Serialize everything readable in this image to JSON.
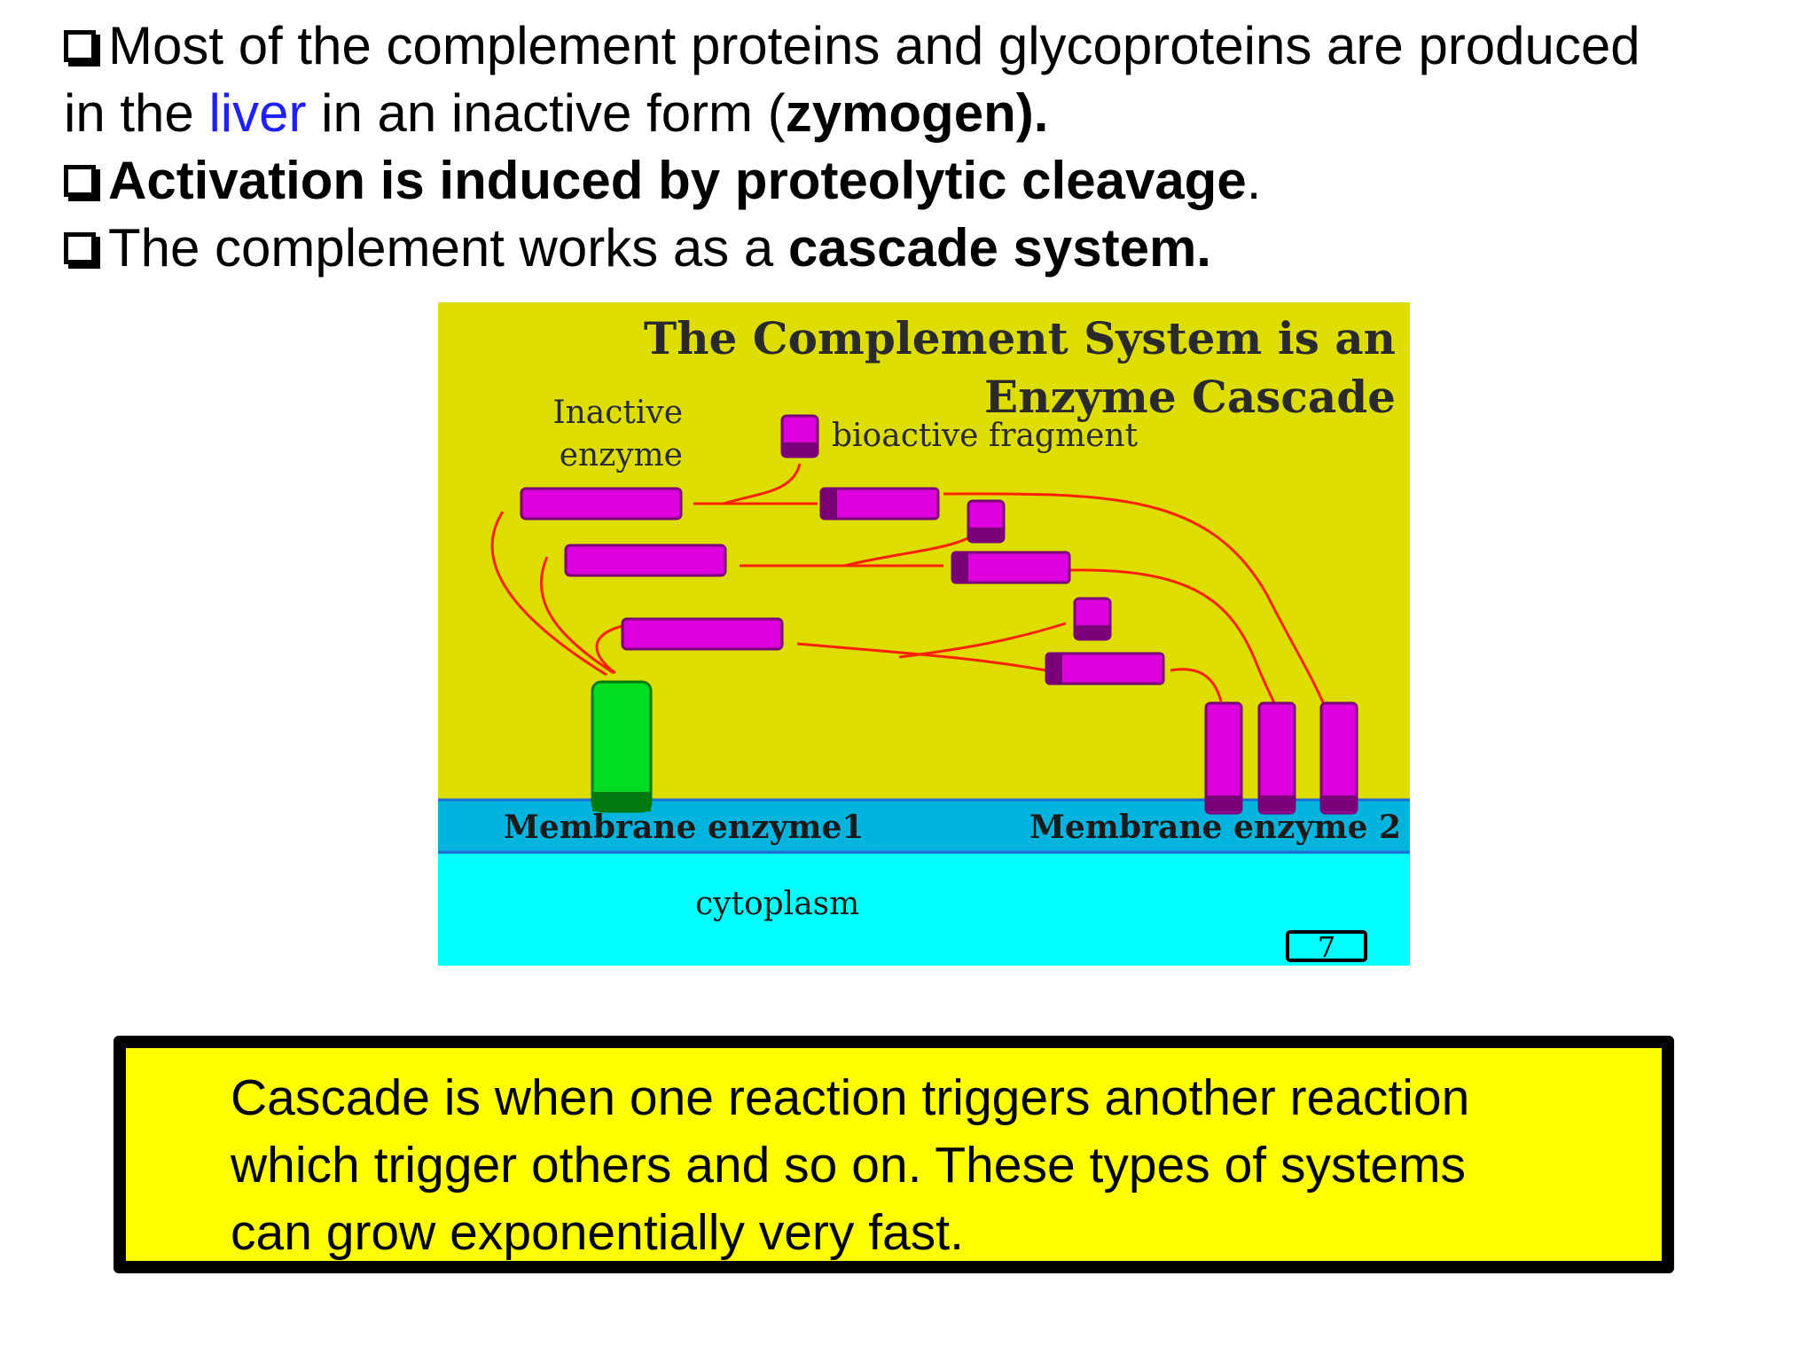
{
  "bullets": [
    {
      "pre": "Most of the complement proteins and glycoproteins are produced"
    },
    {
      "pre": "in the ",
      "highlight": "liver",
      "mid": " in an inactive form ",
      "paren_open": "(",
      "bold": "zymogen)."
    },
    {
      "bold": "Activation is induced by proteolytic cleavage",
      "post": "."
    },
    {
      "pre": "The complement works as a ",
      "bold": "cascade system."
    }
  ],
  "figure": {
    "title_line1": "The  Complement  System  is  an",
    "title_line2": "Enzyme  Cascade",
    "label_inactive": "Inactive",
    "label_enzyme": "enzyme",
    "label_fragment": "bioactive  fragment",
    "label_membrane1": "Membrane  enzyme1",
    "label_membrane2": "Membrane  enzyme  2",
    "label_cytoplasm": "cytoplasm",
    "slide_number": "7",
    "colors": {
      "background": "#dddd00",
      "membrane": "#00b4dd",
      "cytoplasm": "#00ffff",
      "enzyme": "#dd00dd",
      "enzyme_dark": "#7a007a",
      "membrane_enzyme1": "#00dd22",
      "arrow": "#ff2200"
    }
  },
  "callout": {
    "line1": "Cascade is when one reaction triggers another reaction",
    "line2": "which trigger others and so on.  These types of systems",
    "line3": "can grow exponentially very fast."
  }
}
